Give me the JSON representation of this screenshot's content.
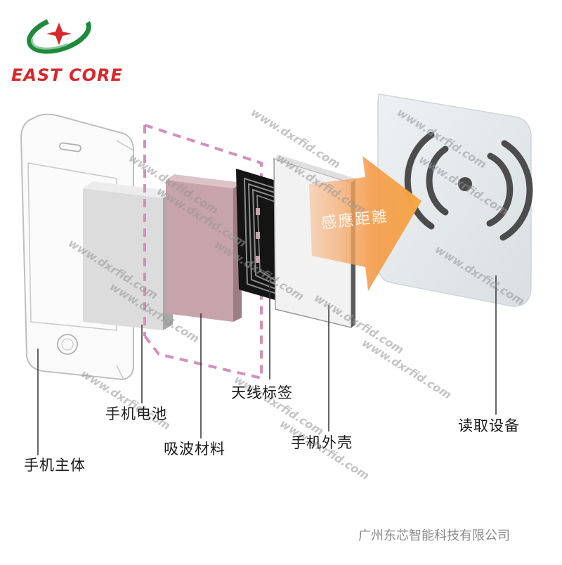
{
  "brand": {
    "name": "EAST CORE"
  },
  "labels": {
    "phone_body": "手机主体",
    "battery": "手机电池",
    "absorber": "吸波材料",
    "antenna_tag": "天线标签",
    "phone_shell": "手机外壳",
    "reader": "读取设备"
  },
  "arrow_text": "感應距離",
  "company": "广州东芯智能科技有限公司",
  "watermark": "www.dxrfid.com",
  "colors": {
    "brand_red": "#d7282b",
    "brand_green": "#1f8a3a",
    "absorber_pink": "#c7a3ab",
    "dashed_pink": "#d48fbf",
    "arrow_orange": "#f49a4a",
    "reader_gray": "#e4e8ea"
  }
}
